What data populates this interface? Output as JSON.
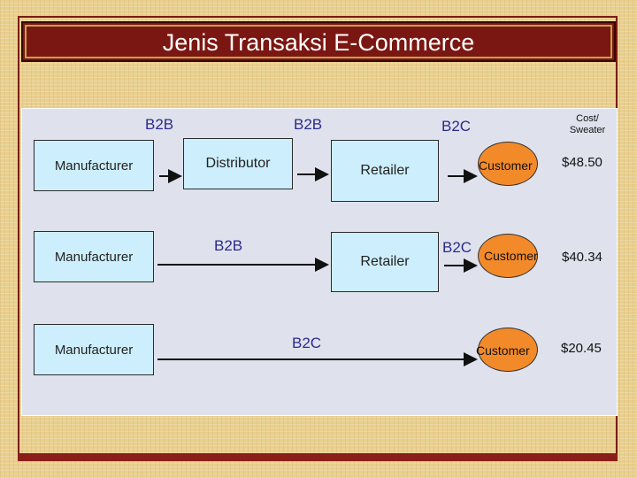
{
  "title": "Jenis Transaksi E-Commerce",
  "header": {
    "cost_line1": "Cost/",
    "cost_line2": "Sweater"
  },
  "nodes": {
    "manufacturer": "Manufacturer",
    "distributor": "Distributor",
    "retailer": "Retailer",
    "customer": "Customer"
  },
  "labels": {
    "b2b": "B2B",
    "b2c": "B2C"
  },
  "prices": [
    "$48.50",
    "$40.34",
    "$20.45"
  ],
  "colors": {
    "title_bg": "#7b1712",
    "box_fill": "#cdeefc",
    "customer_fill": "#f38a2a",
    "label_text": "#2c2a8c",
    "panel": "#dfe2ec"
  }
}
